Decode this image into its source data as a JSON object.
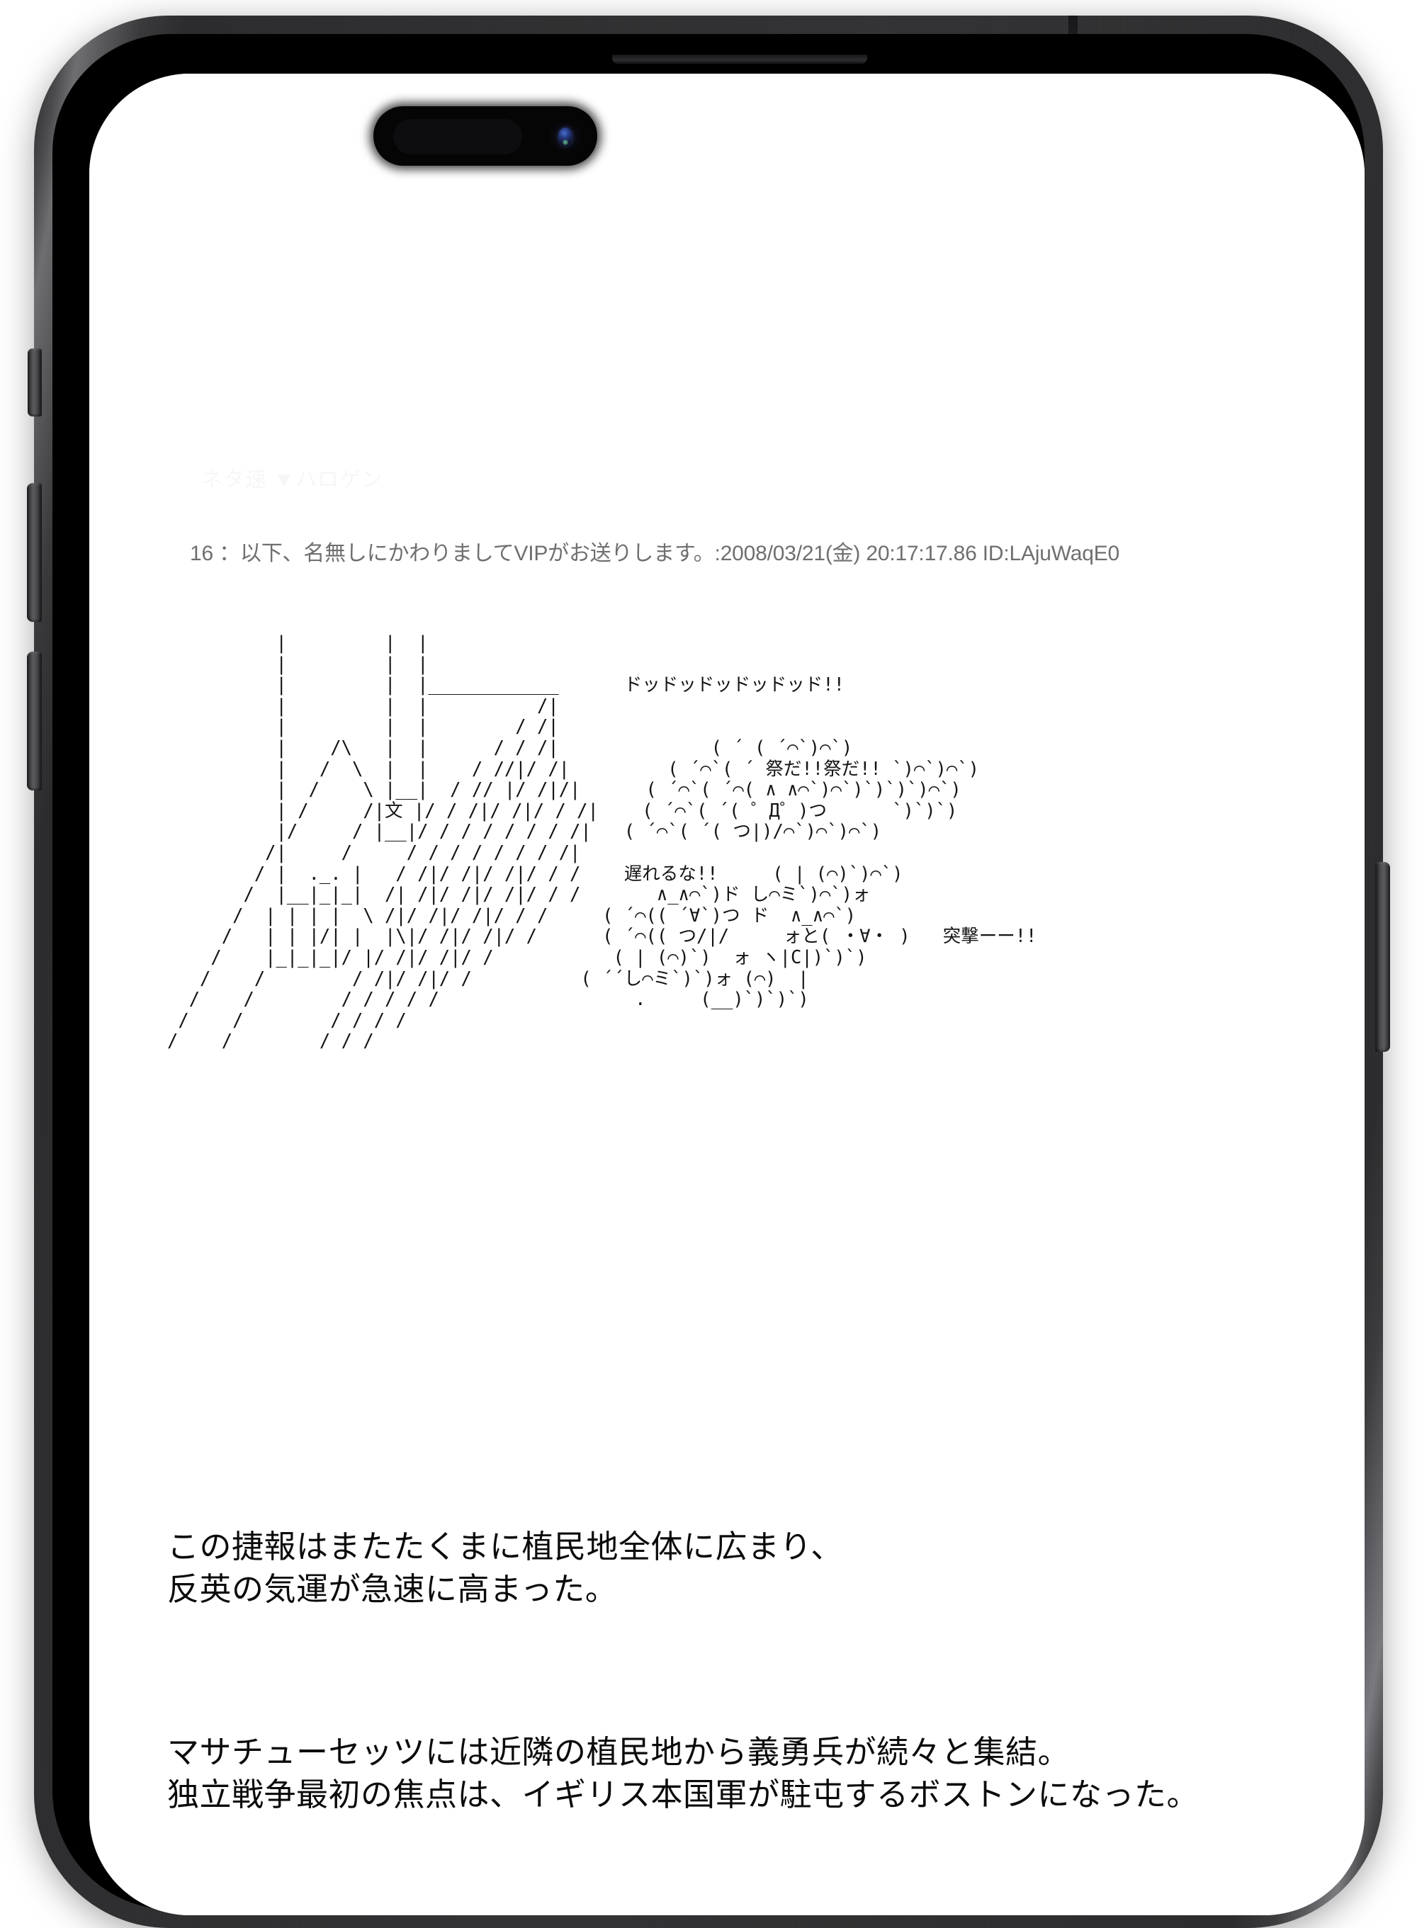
{
  "device": {
    "type": "smartphone",
    "frame_color": "#313133",
    "screen_background": "#ffffff",
    "buttons": {
      "action_label": "action-button",
      "volume_up_label": "volume-up-button",
      "volume_down_label": "volume-down-button",
      "power_label": "power-button"
    },
    "dynamic_island_label": "dynamic-island",
    "front_camera_label": "front-camera",
    "earpiece_label": "earpiece-speaker"
  },
  "page": {
    "ghost_line": "ネタ速 ▼ハロゲン",
    "post": {
      "number": "16",
      "separator": "：",
      "name": "以下、名無しにかわりましてVIPがお送りします。",
      "date": "2008/03/21(金) 20:17:17.86",
      "id": "ID:LAjuWaqE0",
      "header_full": "16 ：以下、名無しにかわりましてVIPがお送りします。:2008/03/21(金) 20:17:17.86 ID:LAjuWaqE0"
    },
    "ascii_art": {
      "alt": "ASCII art of a fortified building with a 文 banner and a charging mob of 2ch Giko/Monar characters",
      "shout_lines": [
        "ドッドッドッドッドッド!!",
        "祭だ!!祭だ!!",
        "遅れるな!!",
        "突撃ーー!!"
      ],
      "banner_char": "文",
      "text": "          |         |  |\n          |         |  |\n          |         |  |____________      ドッドッドッドッドッド!!\n          |         |  |          /|\n          |         |  |        / /|\n          |    /\\   |  |      / / /|              ( ´ ( ´⌒`)⌒`)\n          |   /  \\  |  |    / //|/ /|         ( ´⌒`( ´ 祭だ!!祭だ!! `)⌒`)⌒`)\n          |  /    \\ |__|  / // |/ /|/|      ( ´⌒`( ´⌒( ∧ ∧⌒`)⌒`)`)`)`)⌒`)\n          | /     /|文 |/ / /|/ /|/ / /|    ( ´⌒`( ´( ゜Д゜)つ      `)`)`)\n          |/     / |__|/ / / / / / / /|   ( ´⌒`( ´( つ|)/⌒`)⌒`)⌒`)\n         /|     /     / / / / / / / /|\n        / |  ._. |   / /|/ /|/ /|/ / /    遅れるな!!     ( | (⌒)`)⌒`)\n       /  |__|_|_|  /| /|/ /|/ /|/ / /       ∧_∧⌒`)ド し⌒ミ`)⌒`)ォ\n      /  | | | |  \\ /|/ /|/ /|/ / /     ( ´⌒(( ´∀`)つ ド  ∧_∧⌒`)\n     /   | | |/| |  |\\|/ /|/ /|/ /      ( ´⌒(( つ/|/     ォと( ・∀・ )   突撃ーー!!\n    /    |_|_|_|/ |/ /|/ /|/ /           ( | (⌒)`)  ォ ヽ|C|)`)`)\n   /    /        / /|/ /|/ /          ( ´´し⌒ミ`)`)ォ (⌒)  |\n  /    /        / / / / /                  .     (__)`)`)`)\n /    /        / / / /\n/    /        / / /"
    },
    "body_paragraphs": [
      "この捷報はまたたくまに植民地全体に広まり、\n反英の気運が急速に高まった。",
      "マサチューセッツには近隣の植民地から義勇兵が続々と集結。\n独立戦争最初の焦点は、イギリス本国軍が駐屯するボストンになった。"
    ]
  }
}
